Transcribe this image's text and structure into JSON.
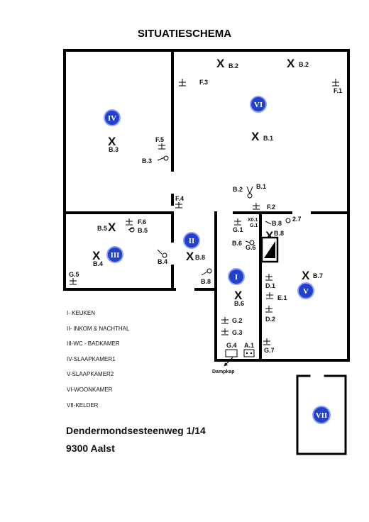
{
  "title": "SITUATIESCHEMA",
  "colors": {
    "room_badge": "#2340c8",
    "walls": "#000000"
  },
  "rooms": [
    {
      "id": "I",
      "name": "KEUKEN"
    },
    {
      "id": "II",
      "name": "INKOM & NACHTHAL"
    },
    {
      "id": "III",
      "name": "WC - BADKAMER"
    },
    {
      "id": "IV",
      "name": "SLAAPKAMER1"
    },
    {
      "id": "V",
      "name": "SLAAPKAMER2"
    },
    {
      "id": "VI",
      "name": "WOONKAMER"
    },
    {
      "id": "VII",
      "name": "KELDER"
    }
  ],
  "legend": [
    "I- KEUKEN",
    "II- INKOM & NACHTHAL",
    "III-WC - BADKAMER",
    "IV-SLAAPKAMER1",
    "V-SLAAPKAMER2",
    "VI-WOONKAMER",
    "VII-KELDER"
  ],
  "address": {
    "line1": "Dendermondsesteenweg 1/14",
    "line2": "9300 Aalst"
  },
  "labels": {
    "b2_left": "B.2",
    "b2_right": "B.2",
    "f3": "F.3",
    "f1": "F.1",
    "b1": "B.1",
    "b3": "B.3",
    "f5": "F.5",
    "b3_sw": "B.3",
    "f4": "F.4",
    "b2_sw": "B.2",
    "b1_sw": "B.1",
    "f2": "F.2",
    "x01": "X0.1",
    "g1_small": "G.1",
    "b8_sw": "B.8",
    "n27": "2.7",
    "g1": "G.1",
    "b8_x": "B.8",
    "b6_sw": "B.6",
    "g6": "G.6",
    "b5_x": "B.5",
    "f6": "F.6",
    "b5": "B.5",
    "b4": "B.4",
    "b4_sw": "B.4",
    "g5": "G.5",
    "b8_hall": "B.8",
    "b8_hall_sw": "B.8",
    "d1": "D.1",
    "e1": "E.1",
    "d2": "D.2",
    "g7": "G.7",
    "b7": "B.7",
    "b6": "B.6",
    "g2": "G.2",
    "g3": "G.3",
    "g4": "G.4",
    "a1": "A.1",
    "dampkap": "Dampkap"
  }
}
